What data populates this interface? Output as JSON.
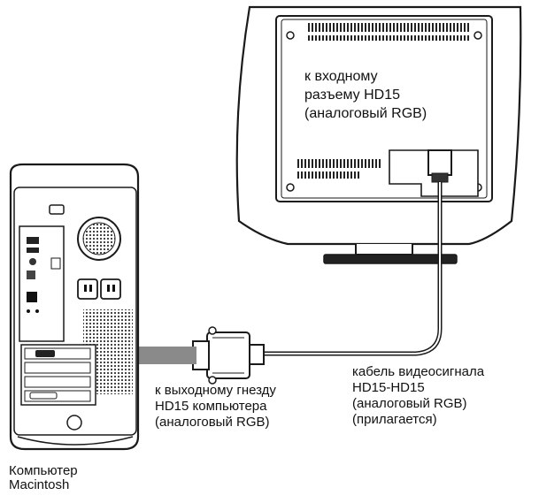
{
  "labels": {
    "monitor_input": [
      "к входному",
      "разъему HD15",
      "(аналоговый RGB)"
    ],
    "computer_output": [
      "к выходному гнезду",
      "HD15 компьютера",
      "(аналоговый RGB)"
    ],
    "cable": [
      "кабель видеосигнала",
      "HD15-HD15",
      "(аналоговый RGB)",
      "(прилагается)"
    ],
    "computer_name": [
      "Компьютер",
      "Macintosh"
    ]
  },
  "colors": {
    "line": "#1a1a1a",
    "panel_fill": "#ffffff",
    "arrow": "#8a8a8a",
    "shade": "#555555"
  }
}
